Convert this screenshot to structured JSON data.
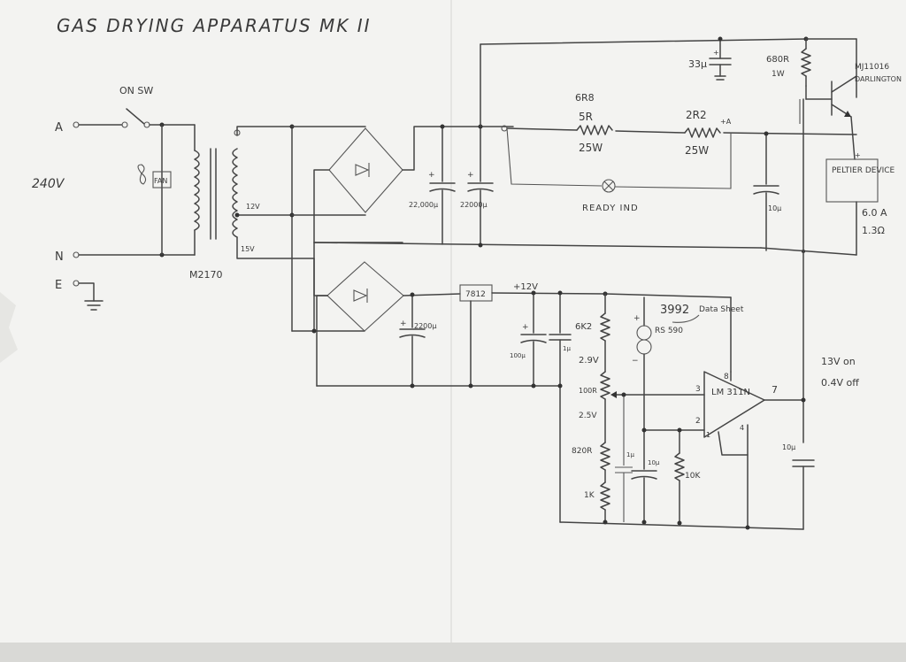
{
  "title": "GAS DRYING APPARATUS   MK II",
  "labels": {
    "on_switch": "ON SW",
    "terminal_a": "A",
    "terminal_n": "N",
    "terminal_e": "E",
    "mains_voltage": "240V",
    "fan": "FAN",
    "transformer": "M2170",
    "tap_12v": "12V",
    "tap_15v": "15V",
    "cap_22000_a": "22,000µ",
    "cap_22000_b": "22000µ",
    "cap_2200": "2200µ",
    "res_6r8": "6R8",
    "res_5r": "5R",
    "res_5r_watt": "25W",
    "res_2r2": "2R2",
    "res_2r2_watt": "25W",
    "current_note": "+A",
    "ready_lamp": "READY IND",
    "cap_33u": "33µ",
    "res_680r": "680R",
    "res_680r_watt": "1W",
    "darlington_part": "MJ11016",
    "darlington_note": "DARLINGTON",
    "peltier": "PELTIER DEVICE",
    "peltier_current": "6.0 A",
    "peltier_resistance": "1.3Ω",
    "cap_10u_main": "10µ",
    "regulator": "7812",
    "rail_12v": "+12V",
    "cap_100u": "100µ",
    "cap_1u_a": "1µ",
    "res_6k2": "6K2",
    "v_2_9": "2.9V",
    "pot_100r": "100R",
    "v_2_5": "2.5V",
    "res_820r": "820R",
    "res_1k": "1K",
    "cap_1u_b": "1µ",
    "cap_10u_b": "10µ",
    "res_10k": "10K",
    "sensor_ref": "3992",
    "sensor_note": "Data Sheet",
    "sensor_name": "RS 590",
    "comparator": "LM 311N",
    "pin_8": "8",
    "pin_3": "3",
    "pin_2": "2",
    "pin_1": "1",
    "pin_4": "4",
    "pin_7": "7",
    "out_on": "13V on",
    "out_off": "0.4V off",
    "cap_10u_out": "10µ"
  }
}
